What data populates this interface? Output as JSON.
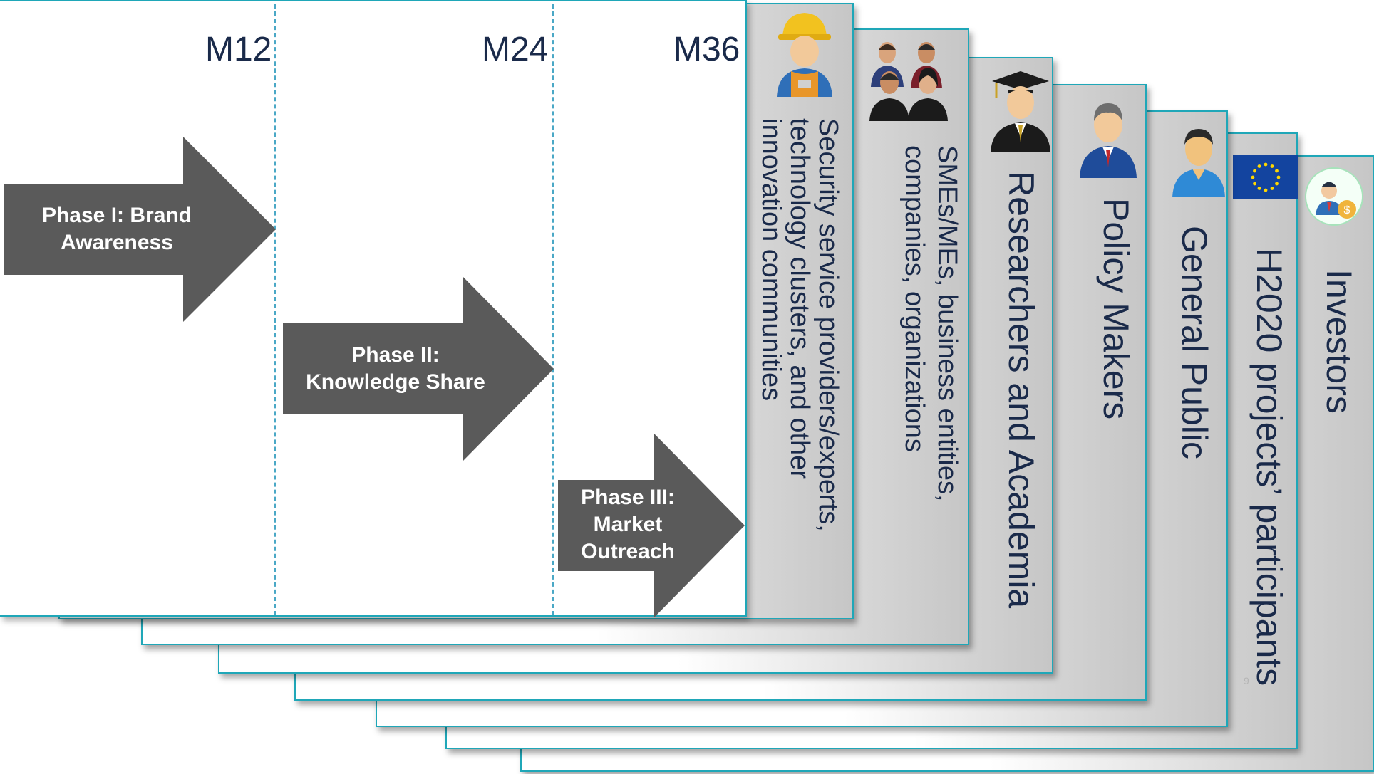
{
  "milestones": [
    "M12",
    "M24",
    "M36"
  ],
  "phases": [
    {
      "label": "Phase I: Brand Awareness",
      "color": "#5a5a5a"
    },
    {
      "label": "Phase II: Knowledge Share",
      "color": "#5a5a5a"
    },
    {
      "label": "Phase III: Market Outreach",
      "color": "#5a5a5a"
    }
  ],
  "audiences": [
    {
      "label": "Security service providers/experts, technology clusters, and other innovation communities",
      "icon": "construction-worker-icon"
    },
    {
      "label": "SMEs/MEs, business entities, companies, organizations",
      "icon": "business-group-icon"
    },
    {
      "label": "Researchers and Academia",
      "icon": "graduate-icon"
    },
    {
      "label": "Policy Makers",
      "icon": "politician-icon"
    },
    {
      "label": "General Public",
      "icon": "person-icon"
    },
    {
      "label": "H2020 projects’ participants",
      "icon": "eu-flag-icon"
    },
    {
      "label": "Investors",
      "icon": "investor-icon"
    }
  ],
  "page_number": "9",
  "colors": {
    "border": "#1fa7b8",
    "arrow": "#5a5a5a",
    "text": "#1a2a4a"
  }
}
